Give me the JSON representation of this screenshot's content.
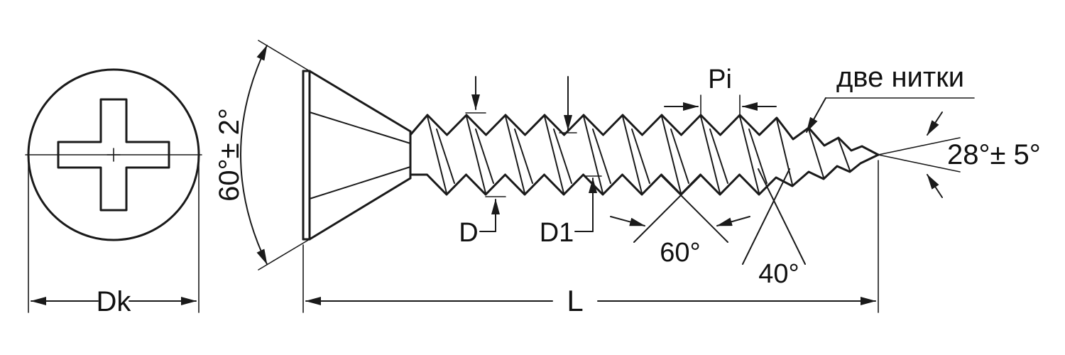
{
  "colors": {
    "ink": "#1a1a1a",
    "background": "#ffffff"
  },
  "labels": {
    "head_diameter": "Dk",
    "head_angle": "60°± 2°",
    "outer_diameter": "D",
    "root_diameter": "D1",
    "pitch": "Pi",
    "double_thread": "две нитки",
    "tip_angle": "28°± 5°",
    "thread_profile_angle": "60°",
    "tip_thread_angle": "40°",
    "length": "L"
  }
}
